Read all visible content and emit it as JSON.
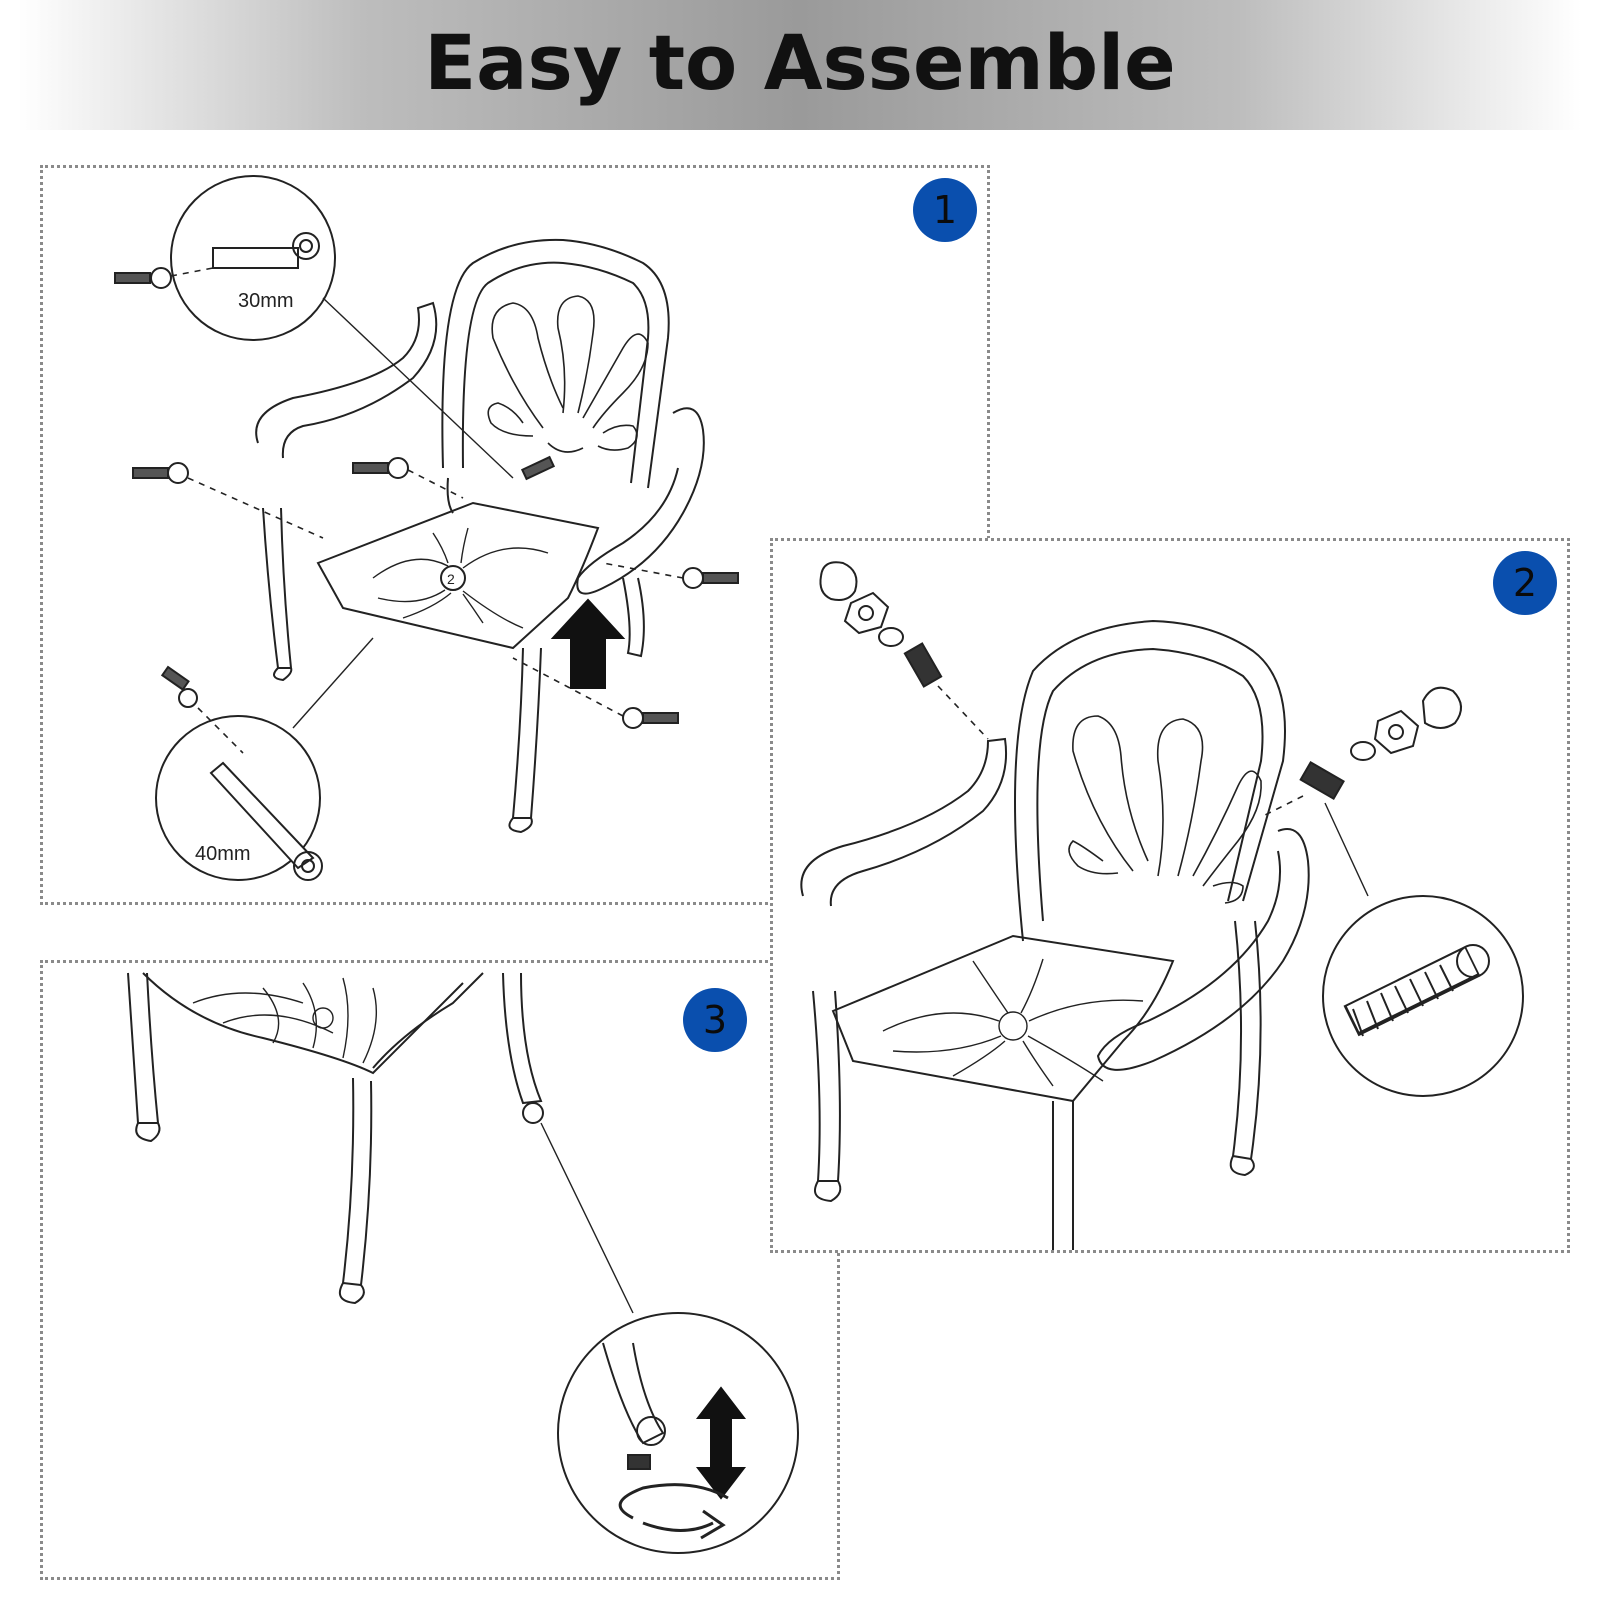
{
  "title": "Easy to Assemble",
  "steps": [
    {
      "number": "1"
    },
    {
      "number": "2"
    },
    {
      "number": "3"
    }
  ],
  "labels": {
    "bolt_short": "30mm",
    "bolt_long": "40mm"
  },
  "colors": {
    "badge": "#0a4fae",
    "line": "#222222",
    "banner_mid": "#9a9a9a"
  }
}
